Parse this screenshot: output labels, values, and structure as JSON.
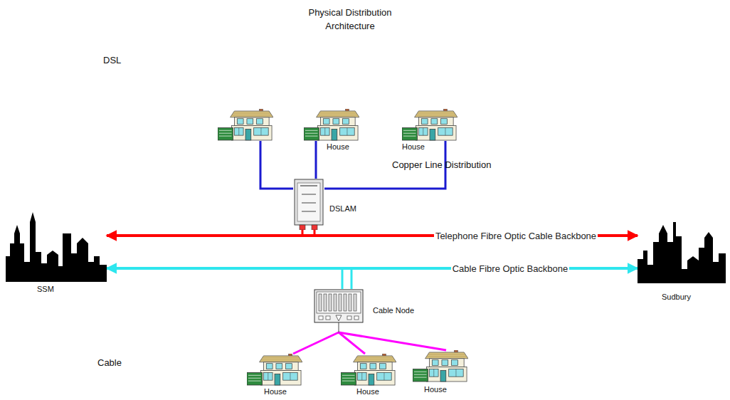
{
  "diagram": {
    "title": "Physical Distribution Architecture",
    "nodes": [
      {
        "text": [
          "House"
        ]
      },
      {
        "text": [
          "House"
        ]
      },
      {
        "text": [
          "DSLAM"
        ]
      },
      {
        "text": [
          "SSM"
        ]
      },
      {
        "text": [
          "Sudbury"
        ]
      },
      {
        "text": [
          "Cable Node"
        ]
      },
      {
        "text": [
          "House"
        ]
      },
      {
        "text": [
          "House"
        ]
      },
      {
        "text": [
          "House"
        ]
      }
    ],
    "edges": [
      {
        "from": 0,
        "to": 2,
        "arrow": "none"
      },
      {
        "from": 1,
        "to": 2,
        "arrow": "none"
      },
      {
        "from": 3,
        "to": 4,
        "arrow": "both",
        "label": "Telephone Fibre Optic Cable Backbone"
      },
      {
        "from": 3,
        "to": 4,
        "arrow": "both",
        "label": "Cable Fibre Optic Backbone"
      },
      {
        "from": 5,
        "to": 6,
        "arrow": "none"
      },
      {
        "from": 5,
        "to": 7,
        "arrow": "none"
      },
      {
        "from": 5,
        "to": 8,
        "arrow": "none"
      }
    ],
    "labels": [
      "DSL",
      "Copper Line Distribution",
      "Cable"
    ]
  }
}
